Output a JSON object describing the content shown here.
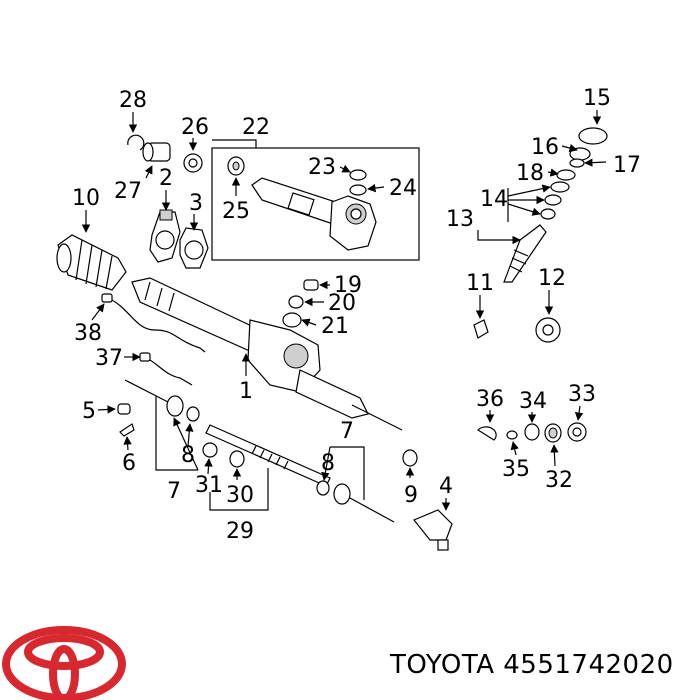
{
  "callouts": [
    "28",
    "26",
    "22",
    "15",
    "16",
    "17",
    "18",
    "14",
    "13",
    "10",
    "2",
    "3",
    "27",
    "25",
    "23",
    "24",
    "11",
    "12",
    "19",
    "20",
    "21",
    "38",
    "37",
    "1",
    "36",
    "34",
    "33",
    "35",
    "32",
    "5",
    "6",
    "8",
    "7",
    "31",
    "30",
    "29",
    "9",
    "4"
  ],
  "brand": {
    "name": "TOYOTA",
    "part_number": "4551742020"
  }
}
